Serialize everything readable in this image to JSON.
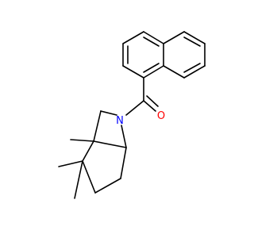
{
  "molecule": {
    "atoms": [
      {
        "id": "O1",
        "element": "O",
        "label": "O",
        "color": "#ff0000"
      },
      {
        "id": "N1",
        "element": "N",
        "label": "N",
        "color": "#0000ff"
      }
    ]
  }
}
